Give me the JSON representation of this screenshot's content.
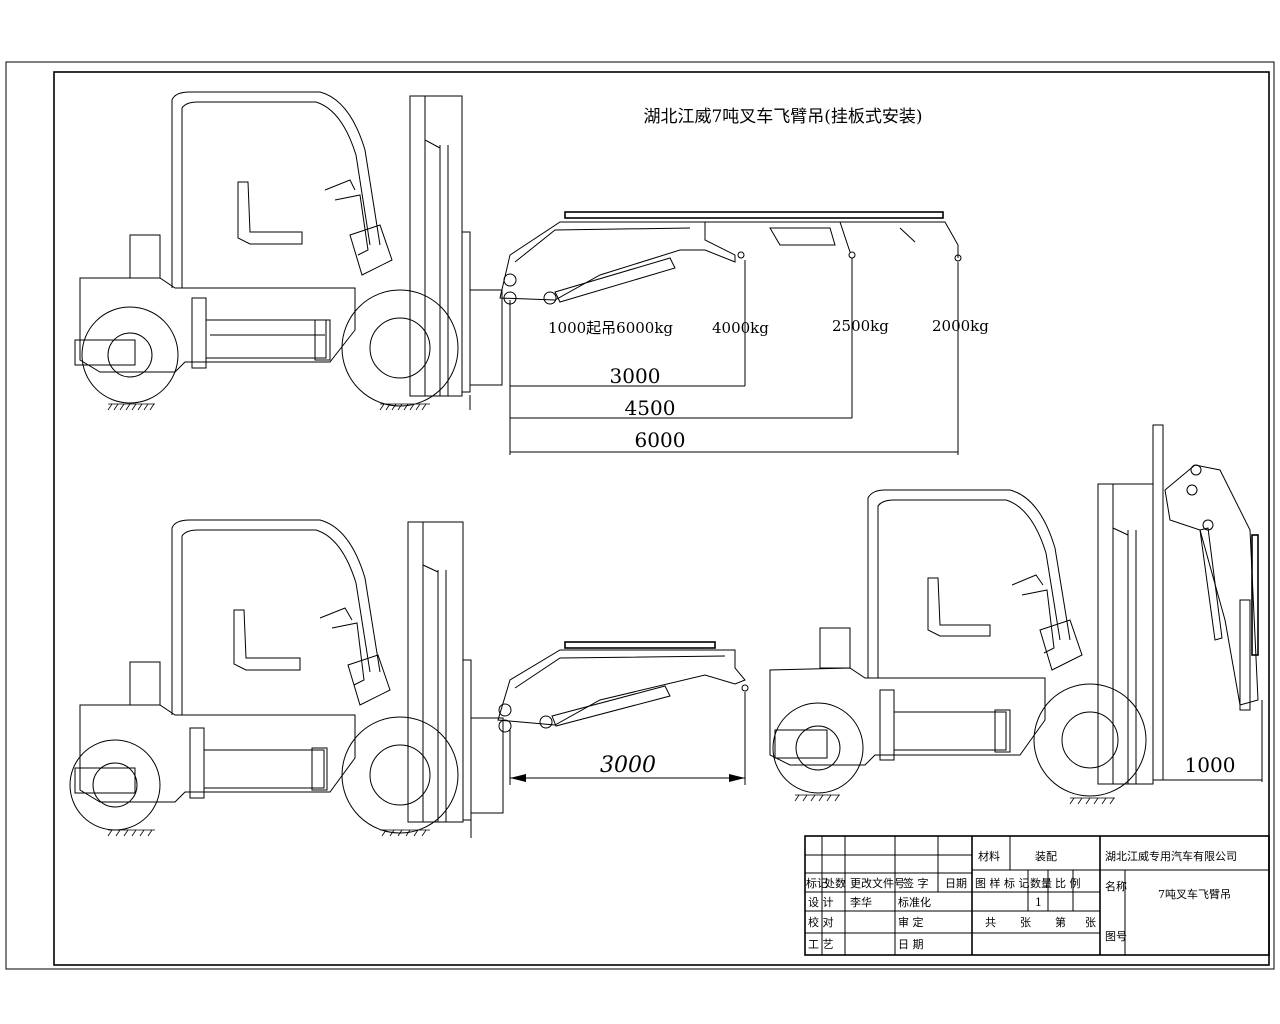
{
  "title": "湖北江威7吨叉车飞臂吊(挂板式安装)",
  "top_view": {
    "loads": [
      "1000起吊6000kg",
      "4000kg",
      "2500kg",
      "2000kg"
    ],
    "dims": [
      "3000",
      "4500",
      "6000"
    ]
  },
  "bottom_left_view": {
    "dim": "3000"
  },
  "bottom_right_view": {
    "dim": "1000"
  },
  "title_block": {
    "material_label": "材料",
    "material_value": "装配",
    "company": "湖北江威专用汽车有限公司",
    "drawing_name": "7吨叉车飞臂吊",
    "header_cells": [
      "标记",
      "处数",
      "更改文件号",
      "签 字",
      "日期",
      "图 样 标 记",
      "数量",
      "比 例"
    ],
    "sheet_value": "1",
    "row_labels": [
      "设 计",
      "校 对",
      "工 艺"
    ],
    "row_names": [
      "李华",
      "",
      ""
    ],
    "row_titles": [
      "标准化",
      "审 定",
      "日 期"
    ],
    "misc_labels": [
      "共",
      "张",
      "第",
      "张"
    ],
    "side_labels": [
      "名称",
      "图号"
    ]
  }
}
